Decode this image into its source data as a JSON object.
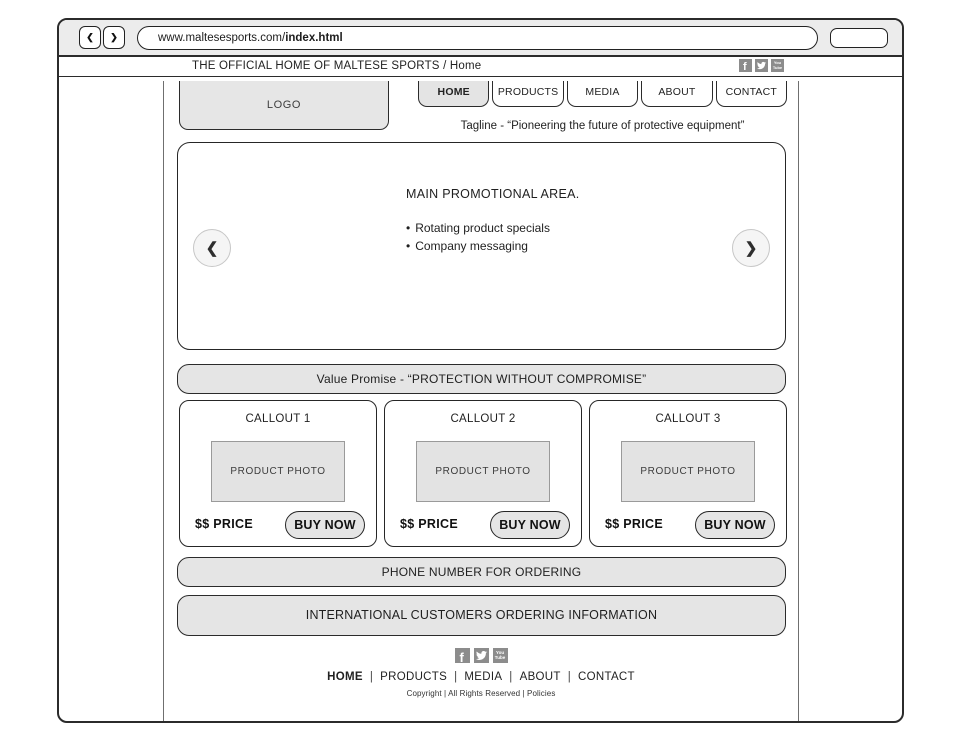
{
  "colors": {
    "panel_gray": "#e5e5e5",
    "chrome_gray": "#ececec",
    "border_dark": "#2b2b2b",
    "icon_gray": "#8c8c8c"
  },
  "icons": {
    "back_chevron": "❮",
    "forward_chevron": "❯",
    "prev_chevron": "❮",
    "next_chevron": "❯",
    "facebook_glyph": "f",
    "youtube_line1": "You",
    "youtube_line2": "Tube",
    "bullet": "•"
  },
  "browser": {
    "url_prefix": "www.maltesesports.com/",
    "url_file": "index.html"
  },
  "header": {
    "title": "THE OFFICIAL HOME OF MALTESE SPORTS / Home"
  },
  "logo": {
    "label": "LOGO"
  },
  "nav": {
    "items": [
      {
        "label": "HOME",
        "active": true
      },
      {
        "label": "PRODUCTS",
        "active": false
      },
      {
        "label": "MEDIA",
        "active": false
      },
      {
        "label": "ABOUT",
        "active": false
      },
      {
        "label": "CONTACT",
        "active": false
      }
    ]
  },
  "tagline": "Tagline - “Pioneering the future of protective equipment”",
  "promo": {
    "heading": "MAIN PROMOTIONAL AREA.",
    "bullets": [
      "Rotating product specials",
      "Company messaging"
    ]
  },
  "value_promise": "Value Promise - “PROTECTION WITHOUT COMPROMISE”",
  "callouts": [
    {
      "title": "CALLOUT 1",
      "photo": "PRODUCT PHOTO",
      "price": "$$ PRICE",
      "buy": "BUY NOW"
    },
    {
      "title": "CALLOUT 2",
      "photo": "PRODUCT PHOTO",
      "price": "$$ PRICE",
      "buy": "BUY NOW"
    },
    {
      "title": "CALLOUT 3",
      "photo": "PRODUCT PHOTO",
      "price": "$$ PRICE",
      "buy": "BUY NOW"
    }
  ],
  "phone_bar": "PHONE NUMBER FOR ORDERING",
  "international_bar": "INTERNATIONAL CUSTOMERS ORDERING INFORMATION",
  "footer": {
    "links": [
      "HOME",
      "PRODUCTS",
      "MEDIA",
      "ABOUT",
      "CONTACT"
    ],
    "separator": "|",
    "copyright": "Copyright | All Rights Reserved | Policies"
  }
}
